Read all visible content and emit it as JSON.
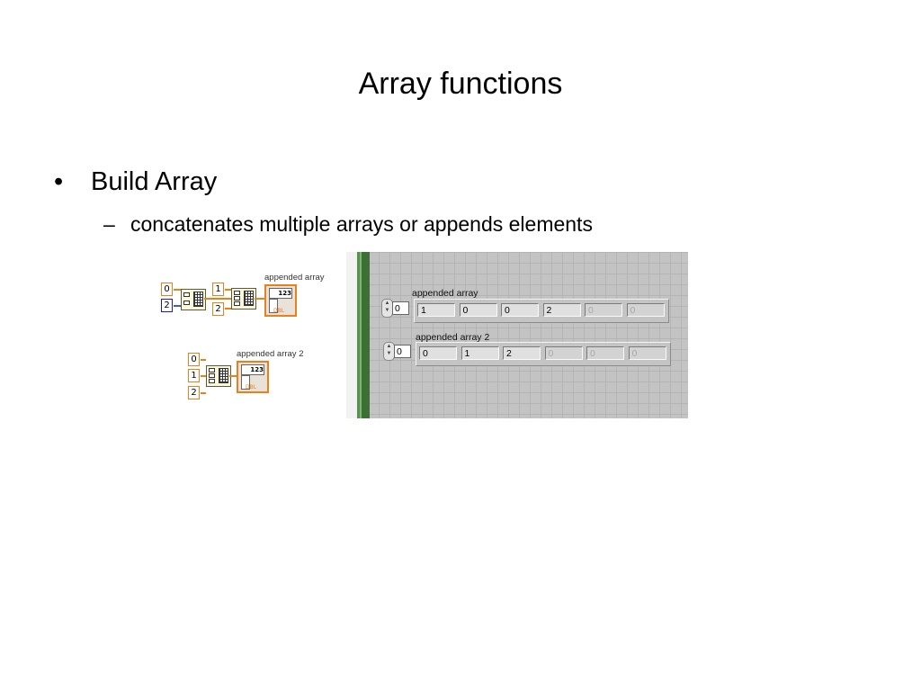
{
  "slide": {
    "title": "Array functions",
    "bullet": "Build Array",
    "bullet_marker": "•",
    "sub_bullet": "concatenates multiple arrays or appends elements",
    "sub_marker": "–"
  },
  "block_diagram": {
    "indicator1_label": "appended array",
    "indicator2_label": "appended array 2",
    "indicator_value_text": "123",
    "indicator_type_tag": "DBL",
    "array_const_values": [
      "0",
      "2"
    ],
    "build1_element": "1",
    "build1_array_const": "2",
    "build2_elements": [
      "0",
      "1",
      "2"
    ]
  },
  "front_panel": {
    "array1": {
      "label": "appended array",
      "index": "0",
      "values": [
        "1",
        "0",
        "0",
        "2",
        "0",
        "0"
      ],
      "active_count": 4
    },
    "array2": {
      "label": "appended array 2",
      "index": "0",
      "values": [
        "0",
        "1",
        "2",
        "0",
        "0",
        "0"
      ],
      "active_count": 3
    }
  }
}
